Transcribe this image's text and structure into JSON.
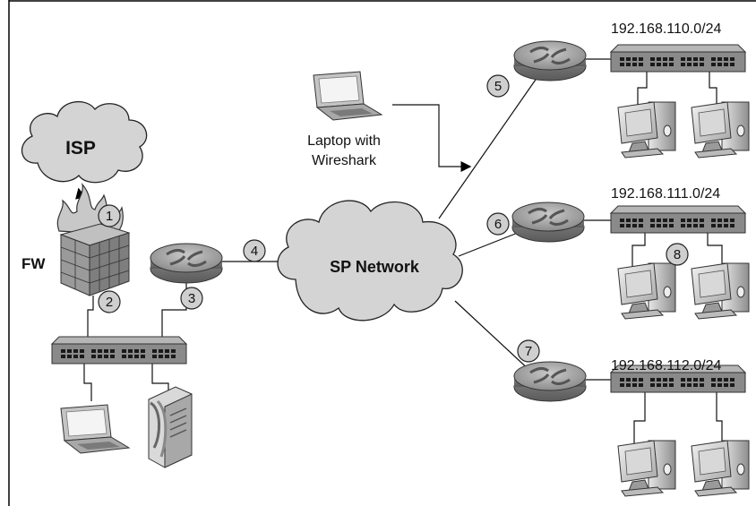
{
  "labels": {
    "isp": "ISP",
    "fw": "FW",
    "sp_network": "SP Network",
    "laptop_line1": "Laptop with",
    "laptop_line2": "Wireshark",
    "subnet_110": "192.168.110.0/24",
    "subnet_111": "192.168.111.0/24",
    "subnet_112": "192.168.112.0/24"
  },
  "callouts": [
    "1",
    "2",
    "3",
    "4",
    "5",
    "6",
    "7",
    "8"
  ],
  "colors": {
    "cloud_fill": "#d4d4d4",
    "device_fill": "#9a9a9a",
    "switch_fill": "#7c7c7c",
    "callout_fill": "#cfcfcf"
  }
}
